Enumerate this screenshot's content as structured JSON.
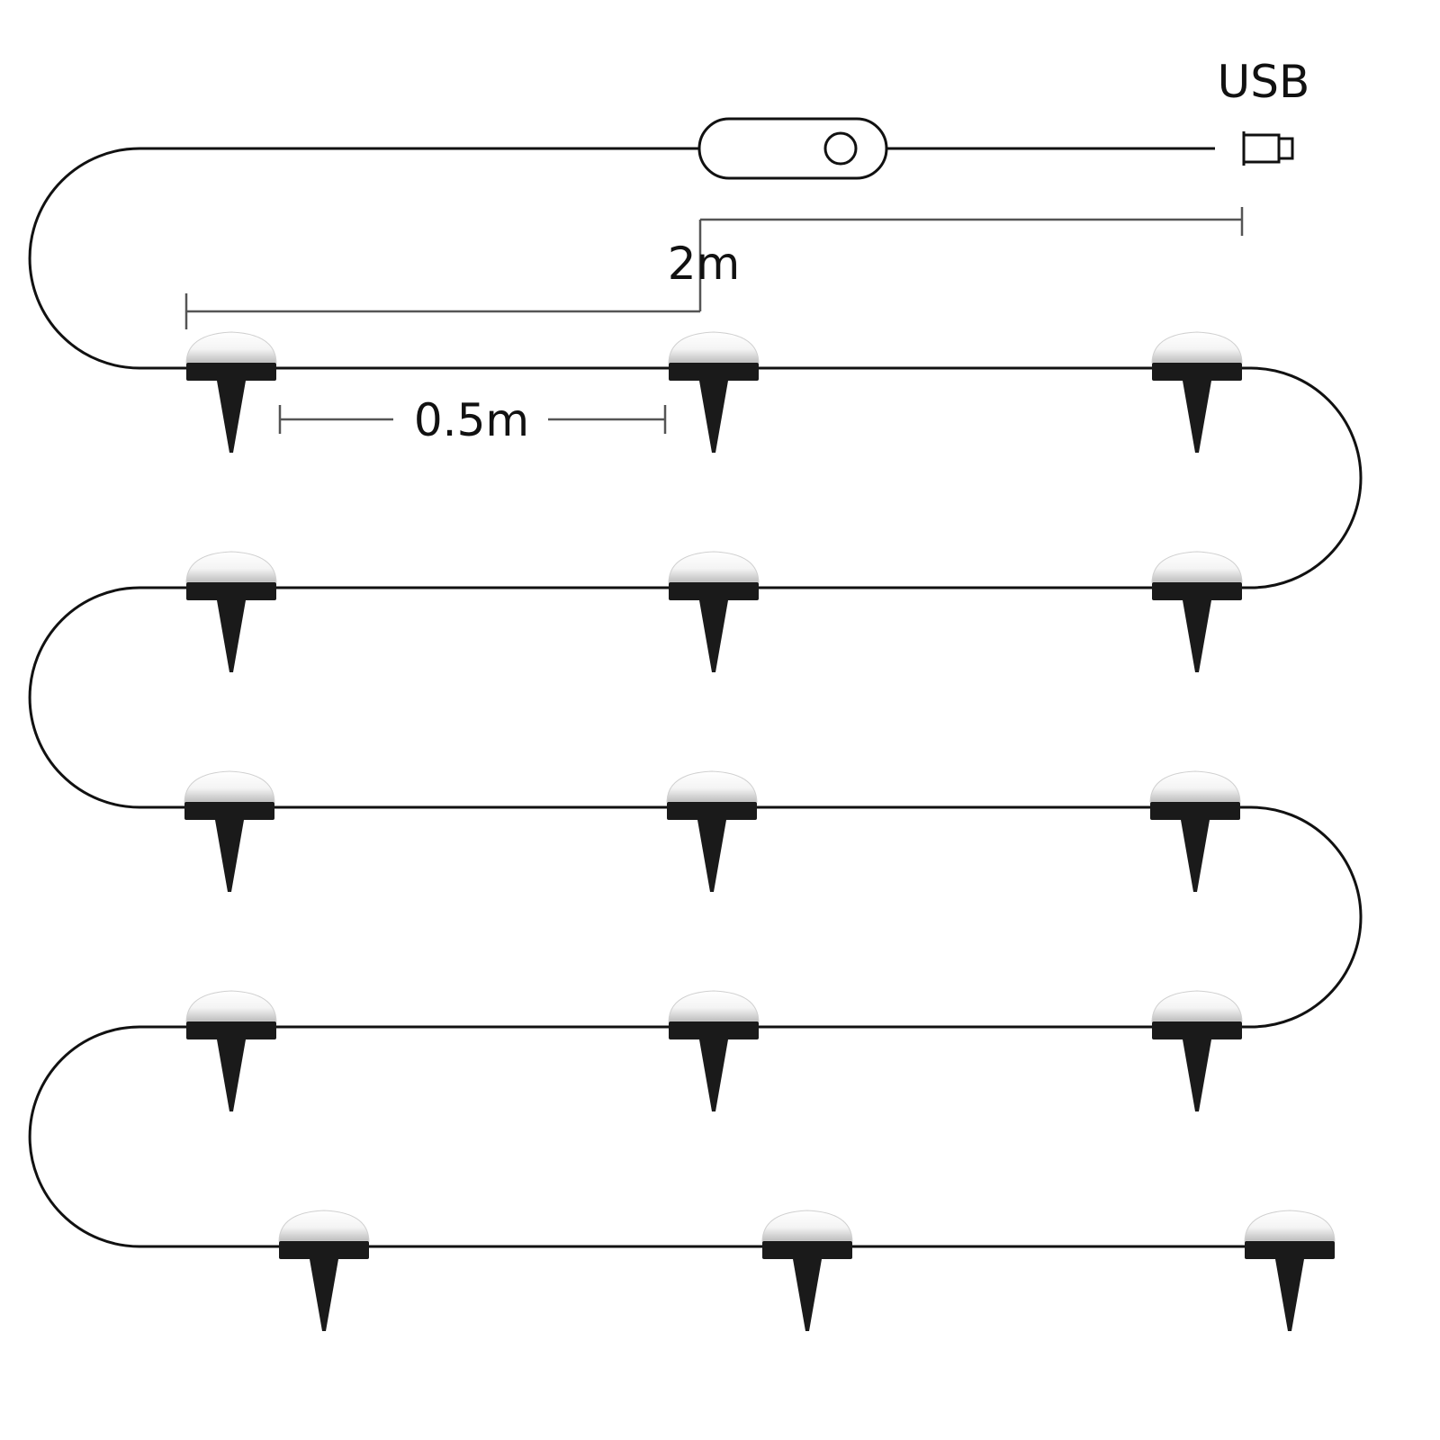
{
  "labels": {
    "usb": "USB",
    "lead_length": "2m",
    "light_spacing": "0.5m"
  },
  "colors": {
    "cable": "#111111",
    "light_base": "#1a1a1a",
    "dome_light": "#ffffff",
    "dome_shadow": "#bfbfbf",
    "dimension_line": "#555555",
    "background": "#ffffff"
  },
  "light_count": 15
}
